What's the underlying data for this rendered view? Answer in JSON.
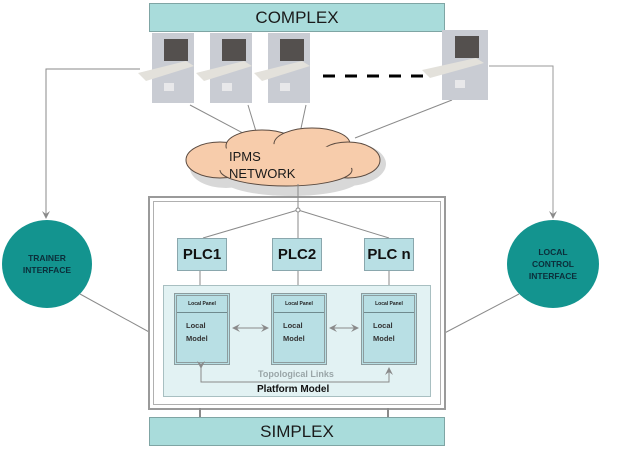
{
  "diagram": {
    "top_banner": "COMPLEX",
    "bottom_banner": "SIMPLEX",
    "network": {
      "label": "IPMS\nNETWORK"
    },
    "consoles": [
      {
        "id": "console-1",
        "icon": "workstation-console-icon"
      },
      {
        "id": "console-2",
        "icon": "workstation-console-icon"
      },
      {
        "id": "console-3",
        "icon": "workstation-console-icon"
      },
      {
        "id": "console-n",
        "icon": "workstation-console-icon"
      }
    ],
    "left_interface": "TRAINER\nINTERFACE",
    "right_interface": "LOCAL\nCONTROL\nINTERFACE",
    "plcs": [
      "PLC1",
      "PLC2",
      "PLC n"
    ],
    "modules": [
      {
        "panel": "Local Panel",
        "model": "Local\nModel"
      },
      {
        "panel": "Local Panel",
        "model": "Local\nModel"
      },
      {
        "panel": "Local Panel",
        "model": "Local\nModel"
      }
    ],
    "topological_links_label": "Topological Links",
    "platform_model_label": "Platform Model",
    "colors": {
      "banner": "#a9dcdb",
      "interface_circle": "#13948f",
      "plc_box": "#b8dfe4",
      "platform_bg": "#e2f2f3",
      "cloud": "#f7ccab"
    }
  }
}
